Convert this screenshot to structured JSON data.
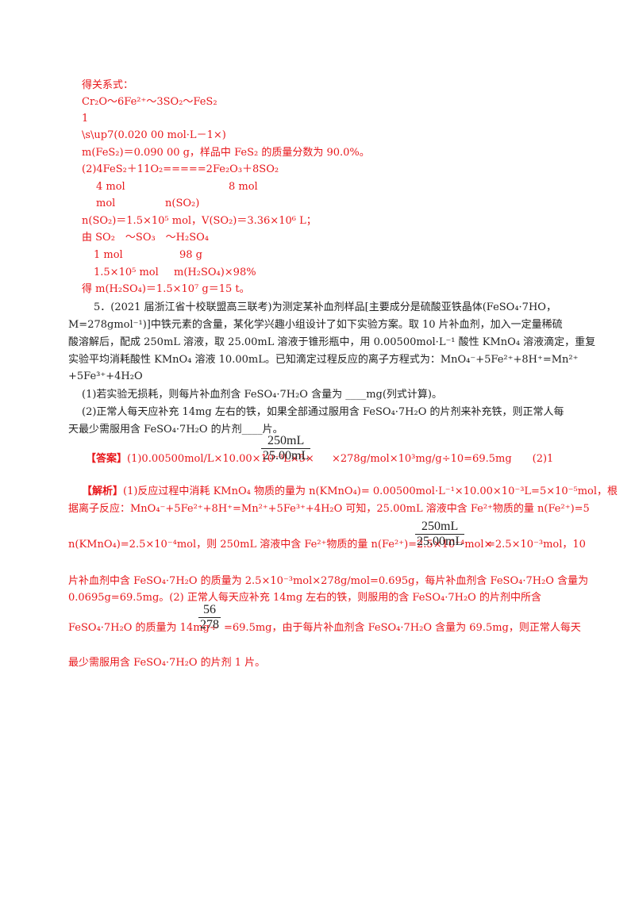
{
  "red_block": {
    "l01": "得关系式：",
    "l02": "Cr₂O～6Fe²⁺～3SO₂～FeS₂",
    "l03": "1",
    "l04": "\\s\\up7(0.020 00 mol·L－1×)",
    "l05": "m(FeS₂)＝0.090 00 g，样品中 FeS₂ 的质量分数为 90.0%。",
    "l06": "(2)4FeS₂＋11O₂=====2Fe₂O₃＋8SO₂",
    "l07a": "4 mol",
    "l07b": "8 mol",
    "l08a": "mol",
    "l08b": "n(SO₂)",
    "l09": "n(SO₂)＝1.5×10⁵ mol，V(SO₂)＝3.36×10⁶ L；",
    "l10": "由 SO₂　～SO₃　～H₂SO₄",
    "l11a": "1 mol",
    "l11b": "98 g",
    "l12a": "1.5×10⁵ mol",
    "l12b": "m(H₂SO₄)×98%",
    "l13": "得 m(H₂SO₄)＝1.5×10⁷ g＝15 t。"
  },
  "question": {
    "l1": "5．(2021 届浙江省十校联盟高三联考)为测定某补血剂样品[主要成分是硫酸亚铁晶体(FeSO₄·7HO，",
    "l2": "M=278gmol⁻¹)]中铁元素的含量，某化学兴趣小组设计了如下实验方案。取 10 片补血剂，加入一定量稀硫",
    "l3": "酸溶解后，配成 250mL 溶液，取 25.00mL 溶液于锥形瓶中，用 0.00500mol·L⁻¹ 酸性 KMnO₄ 溶液滴定，重复",
    "l4": "实验平均消耗酸性 KMnO₄ 溶液 10.00mL。已知滴定过程反应的离子方程式为：MnO₄⁻+5Fe²⁺+8H⁺=Mn²⁺",
    "l5": "+5Fe³⁺+4H₂O",
    "l6": "(1)若实验无损耗，则每片补血剂含 FeSO₄·7H₂O 含量为 ____mg(列式计算)。",
    "l7": "(2)正常人每天应补充 14mg 左右的铁，如果全部通过服用含 FeSO₄·7H₂O 的片剂来补充铁，则正常人每",
    "l8": "天最少需服用含 FeSO₄·7H₂O 的片剂____片。"
  },
  "answer": {
    "label": "【答案】",
    "pre": "(1)0.00500mol/L×10.00×10⁻³L×5×",
    "post": "×278g/mol×10³mg/g÷10=69.5mg　　(2)1",
    "frac_num": "250mL",
    "frac_den": "25.00mL"
  },
  "analysis": {
    "label": "【解析】",
    "l1": "(1)反应过程中消耗 KMnO₄ 物质的量为 n(KMnO₄)= 0.00500mol·L⁻¹×10.00×10⁻³L=5×10⁻⁵mol，根",
    "l2": "据离子反应：MnO₄⁻+5Fe²⁺+8H⁺=Mn²⁺+5Fe³⁺+4H₂O 可知，25.00mL 溶液中含 Fe²⁺物质的量 n(Fe²⁺)=5",
    "l3a": "n(KMnO₄)=2.5×10⁻⁴mol，则 250mL 溶液中含 Fe²⁺物质的量 n(Fe²⁺)=2.5×10⁻⁴mol×",
    "l3b": "=2.5×10⁻³mol，10",
    "frac1_num": "250mL",
    "frac1_den": "25.00mL",
    "l4": "片补血剂中含 FeSO₄·7H₂O 的质量为 2.5×10⁻³mol×278g/mol=0.695g，每片补血剂含 FeSO₄·7H₂O 含量为",
    "l5": "0.0695g=69.5mg。(2) 正常人每天应补充 14mg 左右的铁，则服用的含 FeSO₄·7H₂O 的片剂中所含",
    "l6a": "FeSO₄·7H₂O 的质量为 14mg÷",
    "l6b": "=69.5mg，由于每片补血剂含 FeSO₄·7H₂O 含量为 69.5mg，则正常人每天",
    "frac2_num": "56",
    "frac2_den": "278",
    "l7": "最少需服用含 FeSO₄·7H₂O 的片剂 1 片。"
  }
}
